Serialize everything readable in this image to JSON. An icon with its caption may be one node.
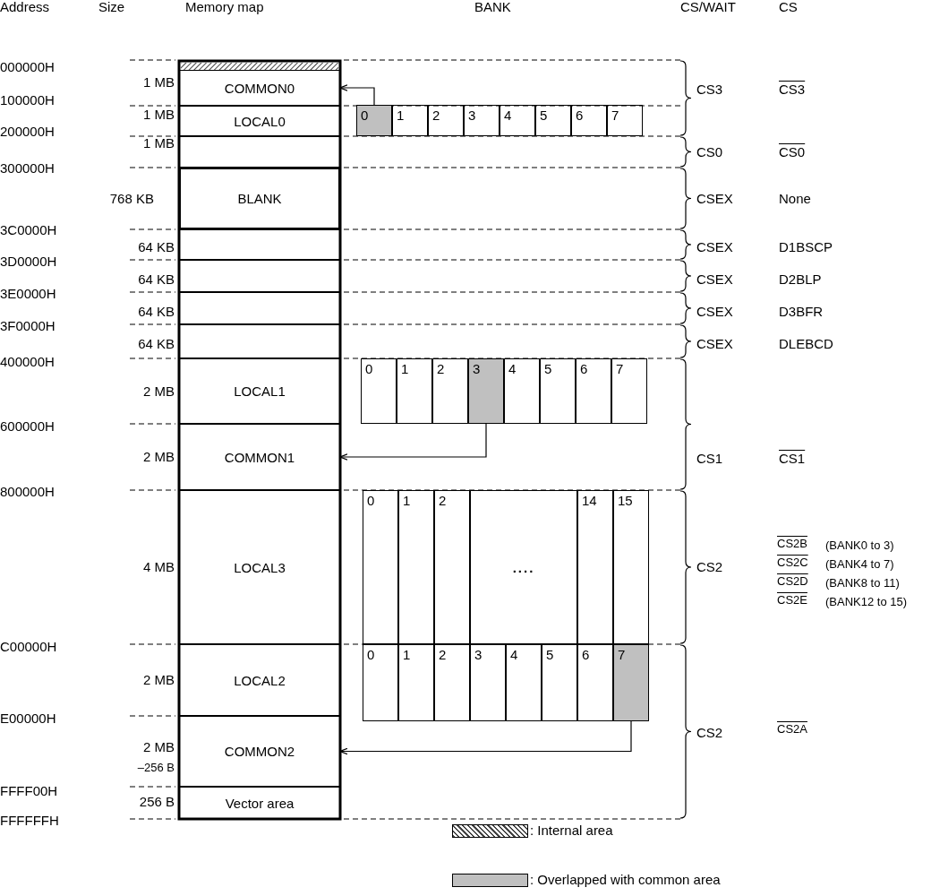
{
  "diagram": {
    "nodes": [
      {
        "text": [
          "COMMON0"
        ]
      },
      {
        "text": [
          "LOCAL0"
        ]
      },
      {
        "text": [],
        "shape": "box"
      },
      {
        "text": [
          "BLANK"
        ]
      },
      {
        "text": [],
        "shape": "box"
      },
      {
        "text": [],
        "shape": "box"
      },
      {
        "text": [],
        "shape": "box"
      },
      {
        "text": [],
        "shape": "box"
      },
      {
        "text": [
          "LOCAL1"
        ]
      },
      {
        "text": [
          "COMMON1"
        ]
      },
      {
        "text": [
          "LOCAL3"
        ]
      },
      {
        "text": [
          "LOCAL2"
        ]
      },
      {
        "text": [
          "COMMON2"
        ]
      },
      {
        "text": [
          "Vector area"
        ]
      },
      {
        "text": [
          "0"
        ]
      },
      {
        "text": [
          "1"
        ]
      },
      {
        "text": [
          "2"
        ]
      },
      {
        "text": [
          "3"
        ]
      },
      {
        "text": [
          "4"
        ]
      },
      {
        "text": [
          "5"
        ]
      },
      {
        "text": [
          "6"
        ]
      },
      {
        "text": [
          "7"
        ]
      },
      {
        "text": [
          "0"
        ]
      },
      {
        "text": [
          "1"
        ]
      },
      {
        "text": [
          "2"
        ]
      },
      {
        "text": [
          "3"
        ]
      },
      {
        "text": [
          "4"
        ]
      },
      {
        "text": [
          "5"
        ]
      },
      {
        "text": [
          "6"
        ]
      },
      {
        "text": [
          "7"
        ]
      },
      {
        "text": [
          "0"
        ]
      },
      {
        "text": [
          "1"
        ]
      },
      {
        "text": [
          "2"
        ]
      },
      {
        "text": [
          "...."
        ]
      },
      {
        "text": [
          "14"
        ]
      },
      {
        "text": [
          "15"
        ]
      },
      {
        "text": [
          "0"
        ]
      },
      {
        "text": [
          "1"
        ]
      },
      {
        "text": [
          "2"
        ]
      },
      {
        "text": [
          "3"
        ]
      },
      {
        "text": [
          "4"
        ]
      },
      {
        "text": [
          "5"
        ]
      },
      {
        "text": [
          "6"
        ]
      },
      {
        "text": [
          "7"
        ]
      }
    ],
    "edges": [
      {
        "from": 14,
        "to": 0,
        "arrow": "to"
      },
      {
        "from": 25,
        "to": 9,
        "arrow": "to"
      },
      {
        "from": 43,
        "to": 12,
        "arrow": "to"
      }
    ],
    "labels": [
      "Address",
      "Size",
      "Memory map",
      "BANK",
      "CS/WAIT",
      "CS",
      "000000H",
      "1 MB",
      "100000H",
      "CS3",
      "CS3",
      "1 MB",
      "200000H",
      "1 MB",
      "CS0",
      "CS0",
      "300000H",
      "768 KB",
      "CSEX",
      "None",
      "3C0000H",
      "64 KB",
      "CSEX",
      "D1BSCP",
      "3D0000H",
      "64 KB",
      "CSEX",
      "D2BLP",
      "3E0000H",
      "64 KB",
      "CSEX",
      "D3BFR",
      "3F0000H",
      "64 KB",
      "CSEX",
      "DLEBCD",
      "400000H",
      "2 MB",
      "600000H",
      "2 MB",
      "CS1",
      "CS1",
      "800000H",
      "4 MB",
      "CS2",
      "CS2B",
      "(BANK0 to 3)",
      "CS2C",
      "(BANK4 to 7)",
      "CS2D",
      "(BANK8 to 11)",
      "CS2E",
      "(BANK12 to 15)",
      "C00000H",
      "2 MB",
      "E00000H",
      "2 MB",
      "–256 B",
      "CS2",
      "CS2A",
      "FFFF00H",
      "256 B",
      "FFFFFFH"
    ],
    "legend": [
      {
        "text": ": Internal area"
      },
      {
        "text": ": Overlapped with common area",
        "color": "#c0c0c0"
      }
    ]
  }
}
